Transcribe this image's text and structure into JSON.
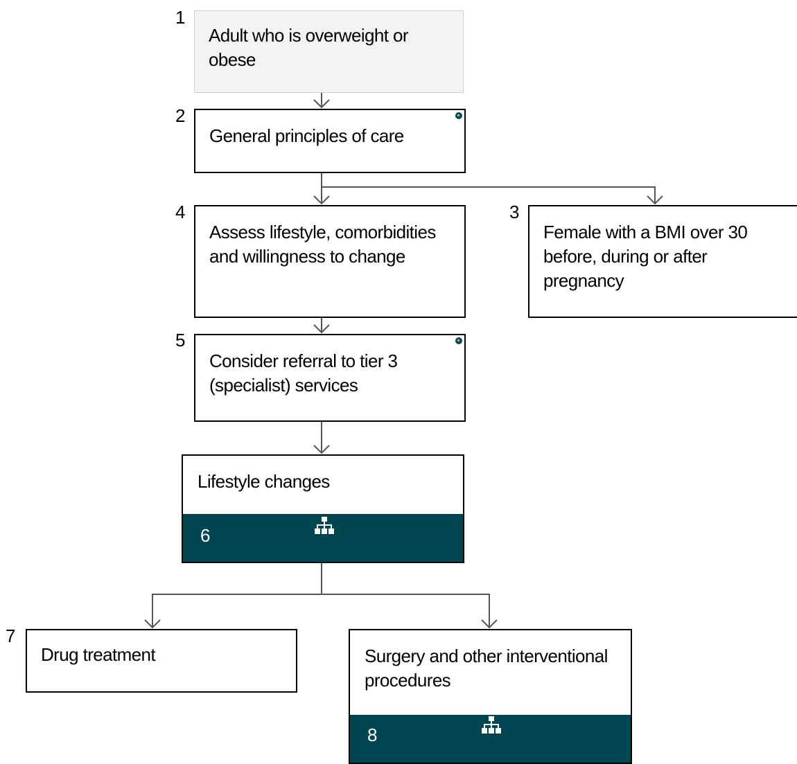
{
  "flowchart": {
    "nodes": [
      {
        "id": "n1",
        "number": "1",
        "label": "Adult who is overweight or obese"
      },
      {
        "id": "n2",
        "number": "2",
        "label": "General principles of care",
        "info_icon": "info-icon"
      },
      {
        "id": "n3",
        "number": "3",
        "label": "Female with a BMI over 30 before, during or after pregnancy"
      },
      {
        "id": "n4",
        "number": "4",
        "label": "Assess lifestyle, comorbidities and willingness to change"
      },
      {
        "id": "n5",
        "number": "5",
        "label": "Consider referral to tier 3 (specialist) services",
        "info_icon": "info-icon"
      },
      {
        "id": "n6",
        "number": "6",
        "label": "Lifestyle changes",
        "sub_pathway_icon": "sitemap-icon"
      },
      {
        "id": "n7",
        "number": "7",
        "label": "Drug treatment"
      },
      {
        "id": "n8",
        "number": "8",
        "label": "Surgery and other interventional procedures",
        "sub_pathway_icon": "sitemap-icon"
      }
    ],
    "edges": [
      {
        "from": "n1",
        "to": "n2"
      },
      {
        "from": "n2",
        "to": "n4"
      },
      {
        "from": "n2",
        "to": "n3"
      },
      {
        "from": "n4",
        "to": "n5"
      },
      {
        "from": "n5",
        "to": "n6"
      },
      {
        "from": "n6",
        "to": "n7"
      },
      {
        "from": "n6",
        "to": "n8"
      }
    ]
  },
  "colors": {
    "band": "#004650",
    "start_fill": "#f3f3f3",
    "connector": "#555555",
    "border": "#000000"
  }
}
